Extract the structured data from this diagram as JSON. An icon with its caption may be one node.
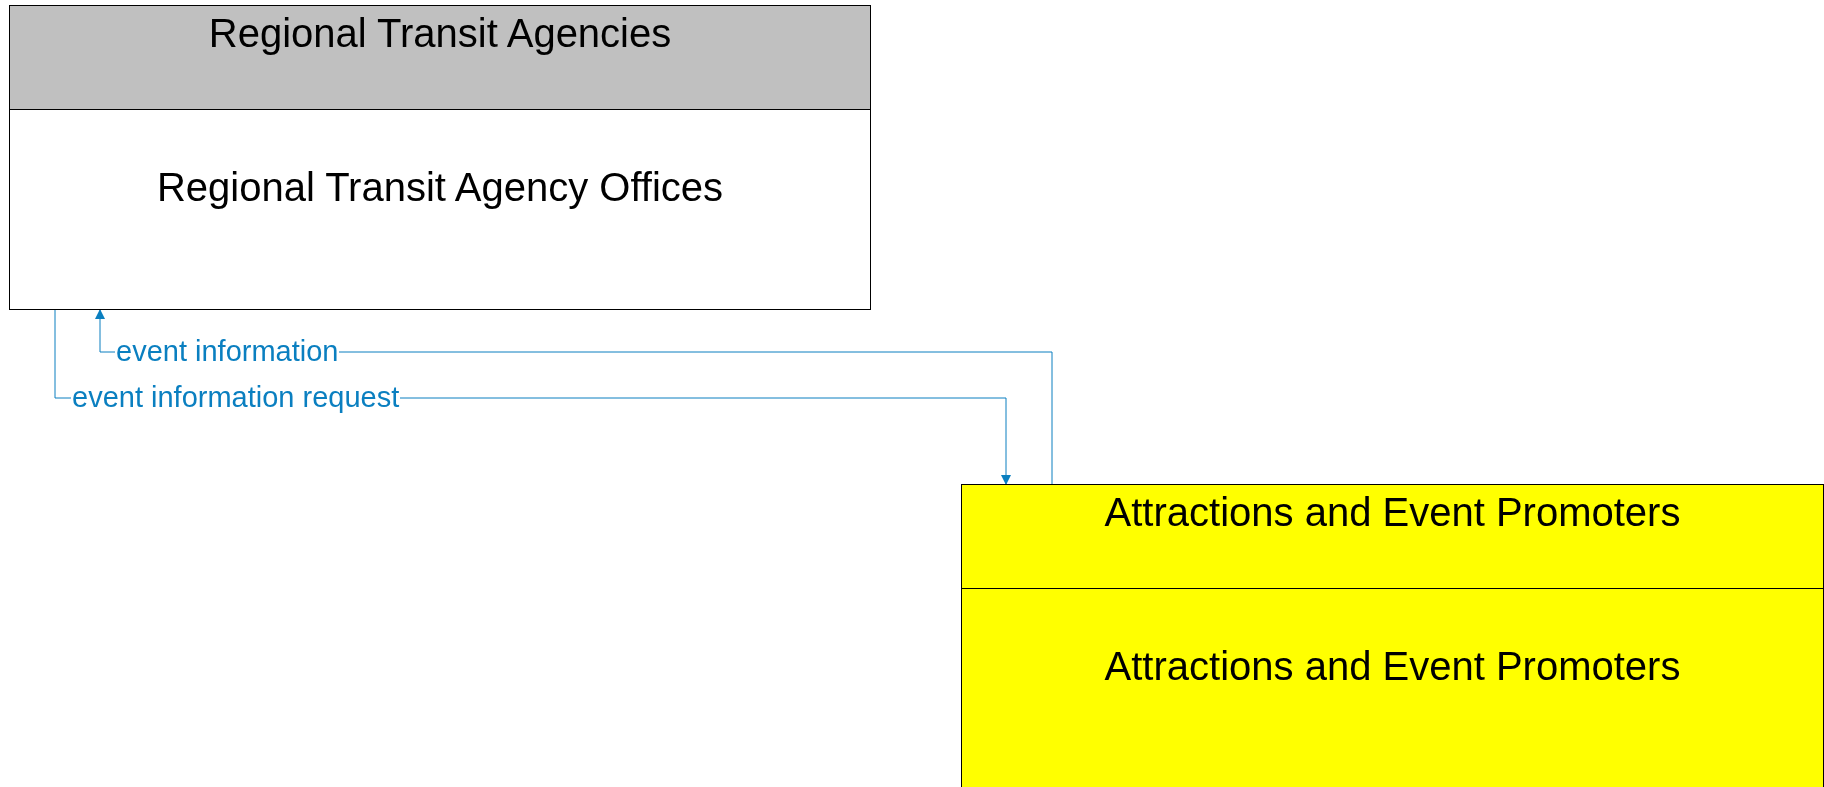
{
  "diagram": {
    "nodes": [
      {
        "text": [
          "Regional Transit Agencies"
        ]
      },
      {
        "text": [
          "Regional Transit Agency Offices"
        ],
        "in": 0
      },
      {
        "text": [
          "Attractions and Event Promoters"
        ]
      },
      {
        "text": [
          "Attractions and Event Promoters"
        ],
        "in": 2
      }
    ],
    "edges": [
      {
        "from": 2,
        "to": 0,
        "arrow": "to",
        "label": "event information"
      },
      {
        "from": 0,
        "to": 2,
        "arrow": "to",
        "label": "event information request"
      }
    ]
  }
}
